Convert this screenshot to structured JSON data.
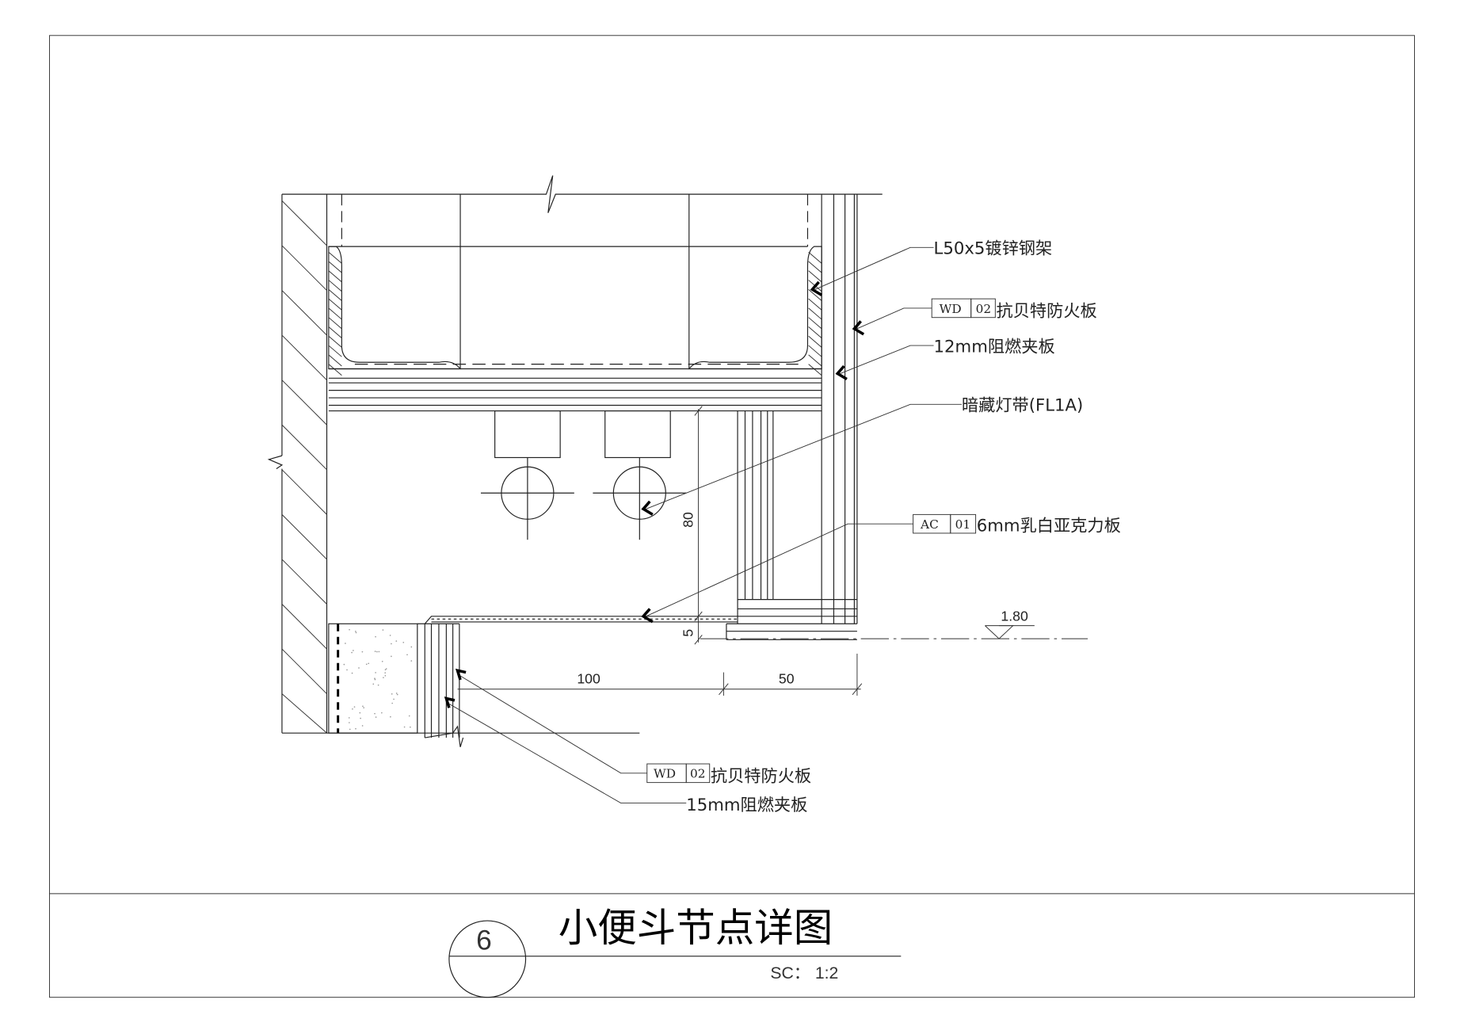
{
  "drawing": {
    "title": "小便斗节点详图",
    "detail_number": "6",
    "scale": "SC： 1:2",
    "labels": {
      "steel_frame": "L50x5镀锌钢架",
      "fireboard_top_code": "WD",
      "fireboard_top_num": "02",
      "fireboard_top_text": "抗贝特防火板",
      "plywood_12": "12mm阻燃夹板",
      "hidden_light": "暗藏灯带(FL1A)",
      "acrylic_code": "AC",
      "acrylic_num": "01",
      "acrylic_text": "6mm乳白亚克力板",
      "fireboard_bottom_code": "WD",
      "fireboard_bottom_num": "02",
      "fireboard_bottom_text": "抗贝特防火板",
      "plywood_15": "15mm阻燃夹板"
    },
    "dimensions": {
      "height_80": "80",
      "height_5": "5",
      "width_100": "100",
      "width_50": "50",
      "level": "1.80"
    }
  }
}
